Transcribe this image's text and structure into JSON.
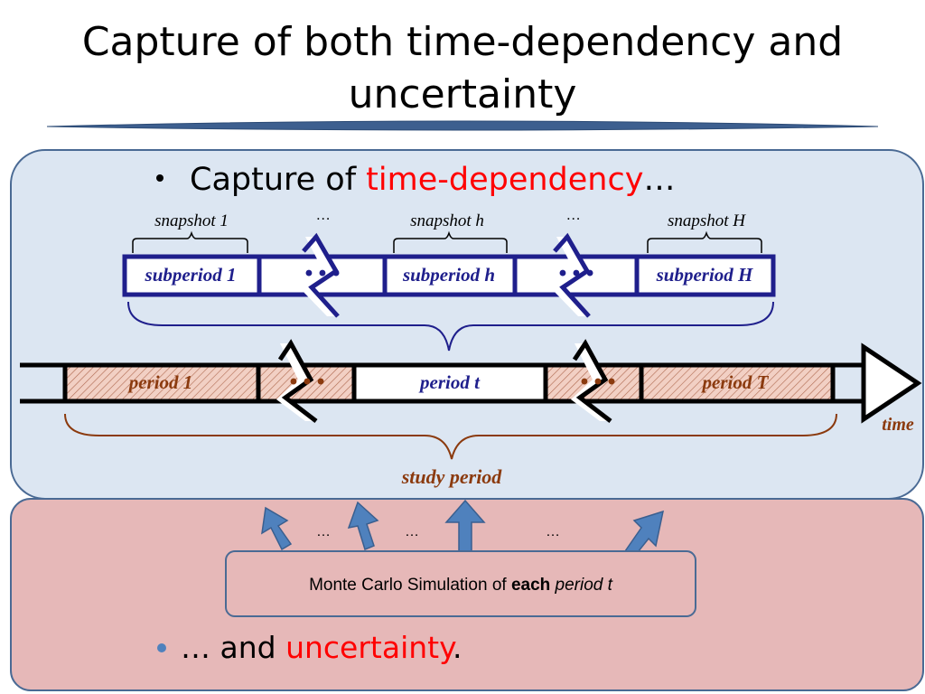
{
  "title_line1": "Capture of both time-dependency and",
  "title_line2": "uncertainty",
  "bullet1": {
    "prefix": "Capture of ",
    "highlight": "time-dependency",
    "suffix": "…"
  },
  "snapshots": {
    "first": "snapshot 1",
    "middle": "snapshot h",
    "last": "snapshot H",
    "ellipsis": "…"
  },
  "subperiods": {
    "first": "subperiod 1",
    "middle": "subperiod h",
    "last": "subperiod H",
    "dots": "• • •"
  },
  "periods": {
    "first": "period 1",
    "middle": "period t",
    "last": "period T",
    "dots": "• • •"
  },
  "time_label": "time",
  "study_period_label": "study period",
  "arrow_ellipsis": "…",
  "monte_carlo": {
    "prefix": "Monte Carlo Simulation of ",
    "bold": "each",
    "italic": "period t"
  },
  "bullet2": {
    "prefix": "… and ",
    "highlight": "uncertainty",
    "suffix": "."
  },
  "colors": {
    "top_panel_bg": "#dce6f2",
    "top_panel_border": "#4a6a94",
    "bottom_panel_bg": "#e6b8b8",
    "subperiod_blue": "#1f1f8c",
    "period_brown": "#8b3a0e",
    "highlight_red": "#ff0000",
    "arrow_blue": "#4f81bd"
  }
}
